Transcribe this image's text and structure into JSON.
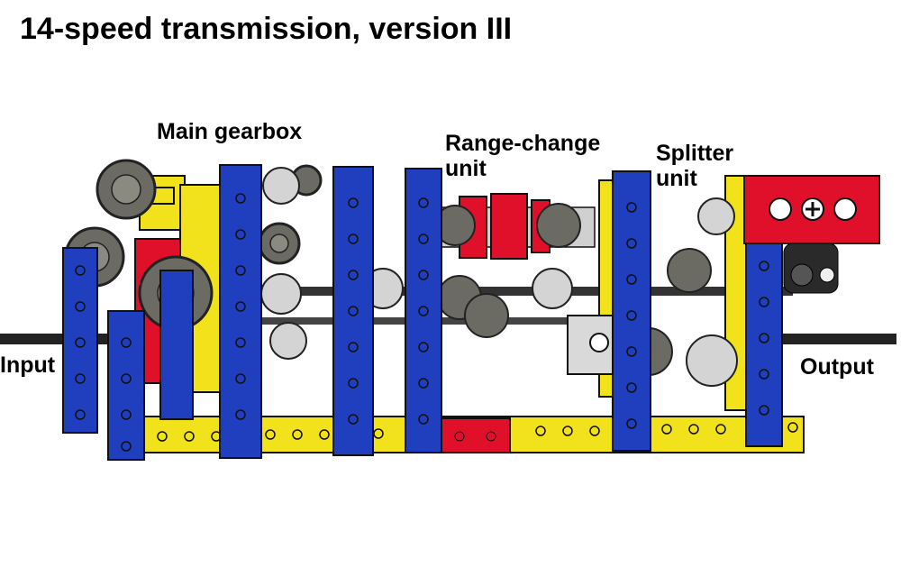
{
  "title": "14-speed transmission, version III",
  "labels": {
    "main_gearbox": "Main gearbox",
    "range_change": "Range-change\nunit",
    "splitter": "Splitter\nunit",
    "input": "Input",
    "output": "Output"
  },
  "colors": {
    "blue_beam": "#1f3fbf",
    "yellow_beam": "#f2e21c",
    "red_part": "#e0102a",
    "gear_dark": "#6b6b63",
    "gear_light": "#d4d4d4",
    "axle": "#222222",
    "grey_block": "#d9d9d9"
  }
}
